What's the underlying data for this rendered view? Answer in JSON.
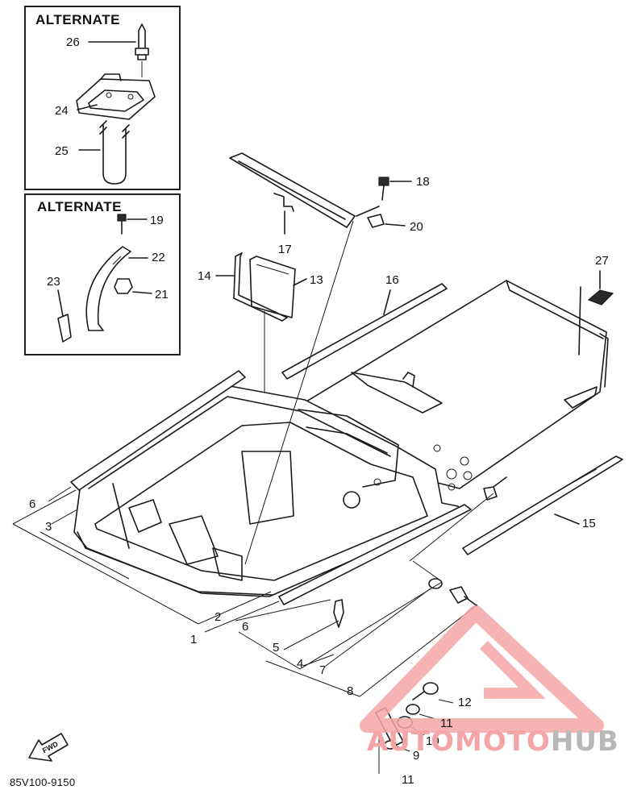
{
  "inset_boxes": [
    {
      "title": "ALTERNATE"
    },
    {
      "title": "ALTERNATE"
    }
  ],
  "callouts": {
    "c1": "1",
    "c2": "2",
    "c3": "3",
    "c4": "4",
    "c5": "5",
    "c6a": "6",
    "c6b": "6",
    "c7": "7",
    "c8": "8",
    "c9": "9",
    "c10": "10",
    "c11a": "11",
    "c11b": "11",
    "c12": "12",
    "c13": "13",
    "c14": "14",
    "c15": "15",
    "c16": "16",
    "c17": "17",
    "c18": "18",
    "c19": "19",
    "c20": "20",
    "c21": "21",
    "c22": "22",
    "c23": "23",
    "c24": "24",
    "c25": "25",
    "c26": "26",
    "c27": "27"
  },
  "diagram_code": "85V100-9150",
  "fwd_label": "FWD",
  "watermark": {
    "part1": "AUTO",
    "part2": "MOTO",
    "part3": "HUB",
    "color_primary": "#f4a6a6",
    "color_secondary": "#b8b8b8"
  }
}
